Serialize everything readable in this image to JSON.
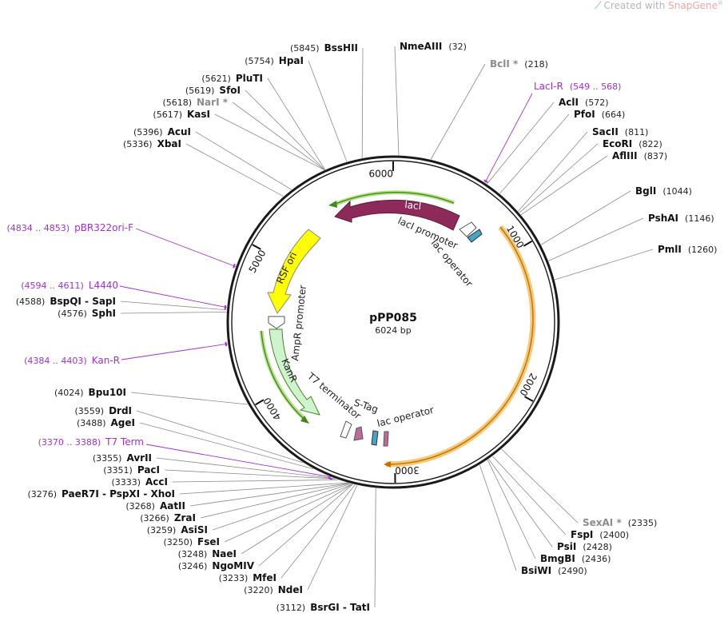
{
  "branding": {
    "prefix": "Created with ",
    "name": "SnapGene",
    "mark": "®",
    "icon_name": "snapgene-logo-icon"
  },
  "plasmid": {
    "name": "pPP085",
    "size_label": "6024 bp",
    "length": 6024
  },
  "colors": {
    "backbone": "#1a1a1a",
    "lacI": "#8e2a5a",
    "lacI_outline": "#7fb83a",
    "kanR": "#cfeecf",
    "kanR_outline": "#3f8a1e",
    "rsf_ori": "#ffff00",
    "orange_track": "#f6c978",
    "primer": "#a030d0",
    "gray_site": "#8c8c8c"
  },
  "ticks": [
    {
      "pos": 0,
      "label": "6000"
    },
    {
      "pos": 1000,
      "label": "1000"
    },
    {
      "pos": 2000,
      "label": "2000"
    },
    {
      "pos": 3000,
      "label": "3000"
    },
    {
      "pos": 4000,
      "label": "4000"
    },
    {
      "pos": 5000,
      "label": "5000"
    }
  ],
  "sites_right": [
    {
      "name": "NmeAIII",
      "pos": "(32)",
      "bp": 32,
      "gray": false
    },
    {
      "name": "BclI",
      "pos": "(218)",
      "bp": 218,
      "gray": true
    },
    {
      "name": "AclI",
      "pos": "(572)",
      "bp": 572,
      "gray": false
    },
    {
      "name": "PfoI",
      "pos": "(664)",
      "bp": 664,
      "gray": false
    },
    {
      "name": "SacII",
      "pos": "(811)",
      "bp": 811,
      "gray": false
    },
    {
      "name": "EcoRI",
      "pos": "(822)",
      "bp": 822,
      "gray": false
    },
    {
      "name": "AflIII",
      "pos": "(837)",
      "bp": 837,
      "gray": false
    },
    {
      "name": "BglI",
      "pos": "(1044)",
      "bp": 1044,
      "gray": false
    },
    {
      "name": "PshAI",
      "pos": "(1146)",
      "bp": 1146,
      "gray": false
    },
    {
      "name": "PmlI",
      "pos": "(1260)",
      "bp": 1260,
      "gray": false
    },
    {
      "name": "SexAI",
      "pos": "(2335)",
      "bp": 2335,
      "gray": true
    },
    {
      "name": "FspI",
      "pos": "(2400)",
      "bp": 2400,
      "gray": false
    },
    {
      "name": "PsiI",
      "pos": "(2428)",
      "bp": 2428,
      "gray": false
    },
    {
      "name": "BmgBI",
      "pos": "(2436)",
      "bp": 2436,
      "gray": false
    },
    {
      "name": "BsiWI",
      "pos": "(2490)",
      "bp": 2490,
      "gray": false
    }
  ],
  "sites_left": [
    {
      "name": "BssHII",
      "pos": "(5845)",
      "bp": 5845,
      "gray": false
    },
    {
      "name": "HpaI",
      "pos": "(5754)",
      "bp": 5754,
      "gray": false
    },
    {
      "name": "PluTI",
      "pos": "(5621)",
      "bp": 5621,
      "gray": false
    },
    {
      "name": "SfoI",
      "pos": "(5619)",
      "bp": 5619,
      "gray": false
    },
    {
      "name": "NarI",
      "pos": "(5618)",
      "bp": 5618,
      "gray": true
    },
    {
      "name": "KasI",
      "pos": "(5617)",
      "bp": 5617,
      "gray": false
    },
    {
      "name": "AcuI",
      "pos": "(5396)",
      "bp": 5396,
      "gray": false
    },
    {
      "name": "XbaI",
      "pos": "(5336)",
      "bp": 5336,
      "gray": false
    },
    {
      "name": "BspQI - SapI",
      "pos": "(4588)",
      "bp": 4588,
      "gray": false
    },
    {
      "name": "SphI",
      "pos": "(4576)",
      "bp": 4576,
      "gray": false
    },
    {
      "name": "Bpu10I",
      "pos": "(4024)",
      "bp": 4024,
      "gray": false
    },
    {
      "name": "DrdI",
      "pos": "(3559)",
      "bp": 3559,
      "gray": false
    },
    {
      "name": "AgeI",
      "pos": "(3488)",
      "bp": 3488,
      "gray": false
    },
    {
      "name": "AvrII",
      "pos": "(3355)",
      "bp": 3355,
      "gray": false
    },
    {
      "name": "PacI",
      "pos": "(3351)",
      "bp": 3351,
      "gray": false
    },
    {
      "name": "AccI",
      "pos": "(3333)",
      "bp": 3333,
      "gray": false
    },
    {
      "name": "PaeR7I - PspXI - XhoI",
      "pos": "(3276)",
      "bp": 3276,
      "gray": false
    },
    {
      "name": "AatII",
      "pos": "(3268)",
      "bp": 3268,
      "gray": false
    },
    {
      "name": "ZraI",
      "pos": "(3266)",
      "bp": 3266,
      "gray": false
    },
    {
      "name": "AsiSI",
      "pos": "(3259)",
      "bp": 3259,
      "gray": false
    },
    {
      "name": "FseI",
      "pos": "(3250)",
      "bp": 3250,
      "gray": false
    },
    {
      "name": "NaeI",
      "pos": "(3248)",
      "bp": 3248,
      "gray": false
    },
    {
      "name": "NgoMIV",
      "pos": "(3246)",
      "bp": 3246,
      "gray": false
    },
    {
      "name": "MfeI",
      "pos": "(3233)",
      "bp": 3233,
      "gray": false
    },
    {
      "name": "NdeI",
      "pos": "(3220)",
      "bp": 3220,
      "gray": false
    },
    {
      "name": "BsrGI - TatI",
      "pos": "(3112)",
      "bp": 3112,
      "gray": false
    }
  ],
  "primers": [
    {
      "name": "LacI-R",
      "range": "(549 .. 568)",
      "bp": 558
    },
    {
      "name": "pBR322ori-F",
      "range": "(4834 .. 4853)",
      "bp": 4843
    },
    {
      "name": "L4440",
      "range": "(4594 .. 4611)",
      "bp": 4602
    },
    {
      "name": "Kan-R",
      "range": "(4384 .. 4403)",
      "bp": 4393
    },
    {
      "name": "T7 Term",
      "range": "(3370 .. 3388)",
      "bp": 3379
    }
  ],
  "features": {
    "lacI": "lacI",
    "lacI_promoter": "lacI promoter",
    "lac_operator": "lac operator",
    "lac_operator_2": "lac operator",
    "rsf_ori": "RSF ori",
    "ampr_promoter": "AmpR promoter",
    "kanR": "KanR",
    "t7_terminator": "T7 terminator",
    "s_tag": "S-Tag"
  }
}
